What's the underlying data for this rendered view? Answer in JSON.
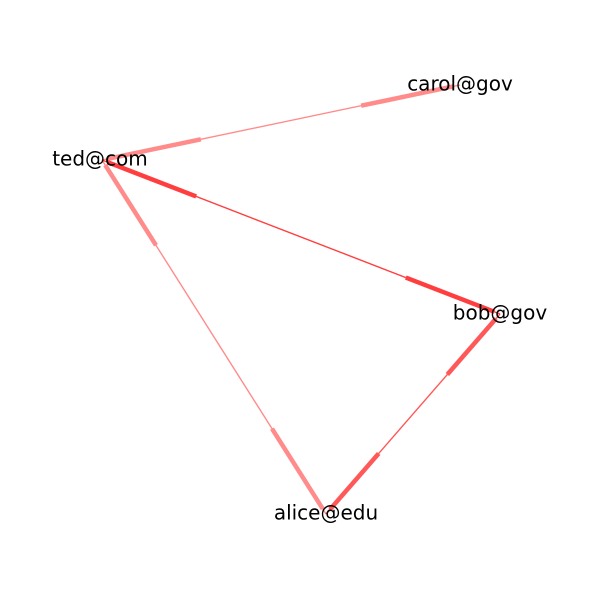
{
  "diagram": {
    "edge_color": "#ff0000",
    "nodes": [
      {
        "id": "carol",
        "label": "carol@gov"
      },
      {
        "id": "ted",
        "label": "ted@com"
      },
      {
        "id": "bob",
        "label": "bob@gov"
      },
      {
        "id": "alice",
        "label": "alice@edu"
      }
    ],
    "edges": [
      {
        "from": "ted",
        "to": "carol",
        "weight": 0.45
      },
      {
        "from": "ted",
        "to": "bob",
        "weight": 0.75
      },
      {
        "from": "ted",
        "to": "alice",
        "weight": 0.45
      },
      {
        "from": "bob",
        "to": "alice",
        "weight": 0.65
      }
    ]
  }
}
